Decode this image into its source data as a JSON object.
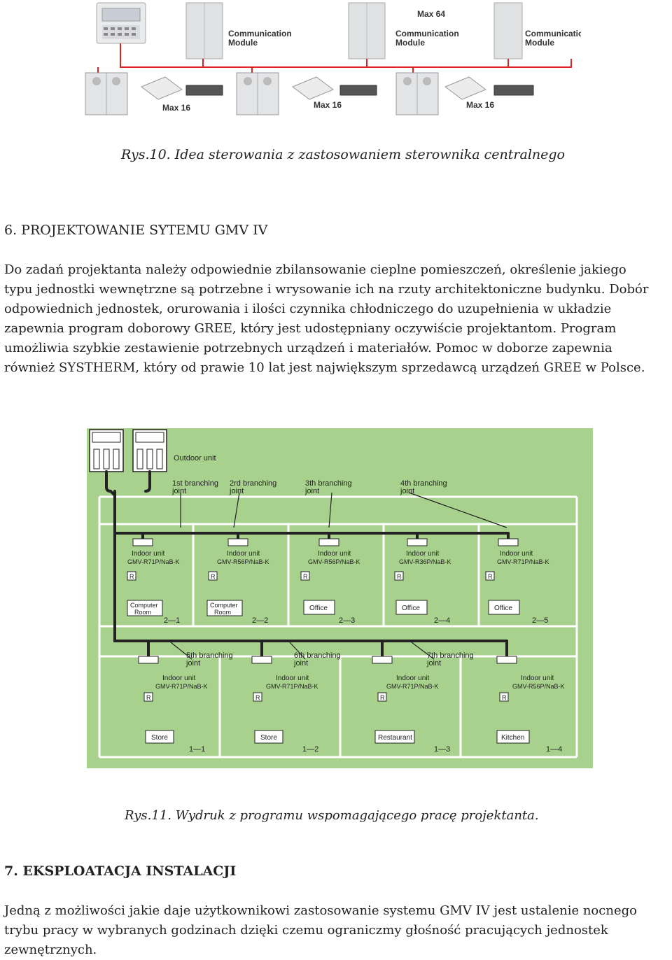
{
  "figure10": {
    "labels": {
      "comm1": [
        "Communication",
        "Module"
      ],
      "comm2": [
        "Communication",
        "Module"
      ],
      "comm3": [
        "Communication",
        "Module"
      ],
      "max64": "Max 64",
      "max16a": "Max 16",
      "max16b": "Max 16",
      "max16c": "Max 16"
    },
    "caption": "Rys.10. Idea sterowania z zastosowaniem sterownika centralnego"
  },
  "section6": {
    "heading": "6. PROJEKTOWANIE SYTEMU GMV IV",
    "lines": [
      "Do zadań projektanta należy odpowiednie zbilansowanie cieplne pomieszczeń, określenie jakiego",
      "typu jednostki wewnętrzne są potrzebne i wrysowanie ich na rzuty architektoniczne budynku. Dobór",
      "odpowiednich jednostek, orurowania i ilości czynnika chłodniczego do uzupełnienia w układzie",
      "zapewnia program doborowy GREE, który jest udostępniany oczywiście projektantom. Program",
      "umożliwia szybkie zestawienie potrzebnych urządzeń i materiałów. Pomoc w doborze zapewnia",
      "również SYSTHERM, który od prawie 10 lat jest największym sprzedawcą urządzeń GREE w Polsce."
    ]
  },
  "figure11": {
    "outdoor_label": "Outdoor unit",
    "joints_top": [
      [
        "1st branching",
        "joint"
      ],
      [
        "2rd branching",
        "joint"
      ],
      [
        "3th branching",
        "joint"
      ],
      [
        "4th branching",
        "joint"
      ]
    ],
    "joints_bottom": [
      [
        "5th branching",
        "joint"
      ],
      [
        "6th branching",
        "joint"
      ],
      [
        "7th branching",
        "joint"
      ]
    ],
    "units_top": [
      {
        "label": "Indoor unit",
        "model": "GMV-R71P/NaB-K",
        "room": [
          "Computer",
          "Room"
        ],
        "code": "2—1"
      },
      {
        "label": "Indoor unit",
        "model": "GMV-R56P/NaB-K",
        "room": [
          "Computer",
          "Room"
        ],
        "code": "2—2"
      },
      {
        "label": "Indoor unit",
        "model": "GMV-R56P/NaB-K",
        "room": [
          "Office"
        ],
        "code": "2—3"
      },
      {
        "label": "Indoor unit",
        "model": "GMV-R36P/NaB-K",
        "room": [
          "Office"
        ],
        "code": "2—4"
      },
      {
        "label": "Indoor unit",
        "model": "GMV-R71P/NaB-K",
        "room": [
          "Office"
        ],
        "code": "2—5"
      }
    ],
    "units_bottom": [
      {
        "label": "Indoor unit",
        "model": "GMV-R71P/NaB-K",
        "room": [
          "Store"
        ],
        "code": "1—1"
      },
      {
        "label": "Indoor unit",
        "model": "GMV-R71P/NaB-K",
        "room": [
          "Store"
        ],
        "code": "1—2"
      },
      {
        "label": "Indoor unit",
        "model": "GMV-R71P/NaB-K",
        "room": [
          "Restaurant"
        ],
        "code": "1—3"
      },
      {
        "label": "Indoor unit",
        "model": "GMV-R56P/NaB-K",
        "room": [
          "Kitchen"
        ],
        "code": "1—4"
      }
    ],
    "remote_label": "R",
    "caption": "Rys.11. Wydruk z programu wspomagającego pracę projektanta."
  },
  "section7": {
    "heading": "7. EKSPLOATACJA INSTALACJI",
    "lines": [
      "Jedną z możliwości jakie daje użytkownikowi zastosowanie systemu GMV IV jest ustalenie nocnego",
      "trybu pracy w wybranych godzinach dzięki czemu ograniczmy głośność pracujących jednostek",
      "zewnętrznych."
    ]
  }
}
